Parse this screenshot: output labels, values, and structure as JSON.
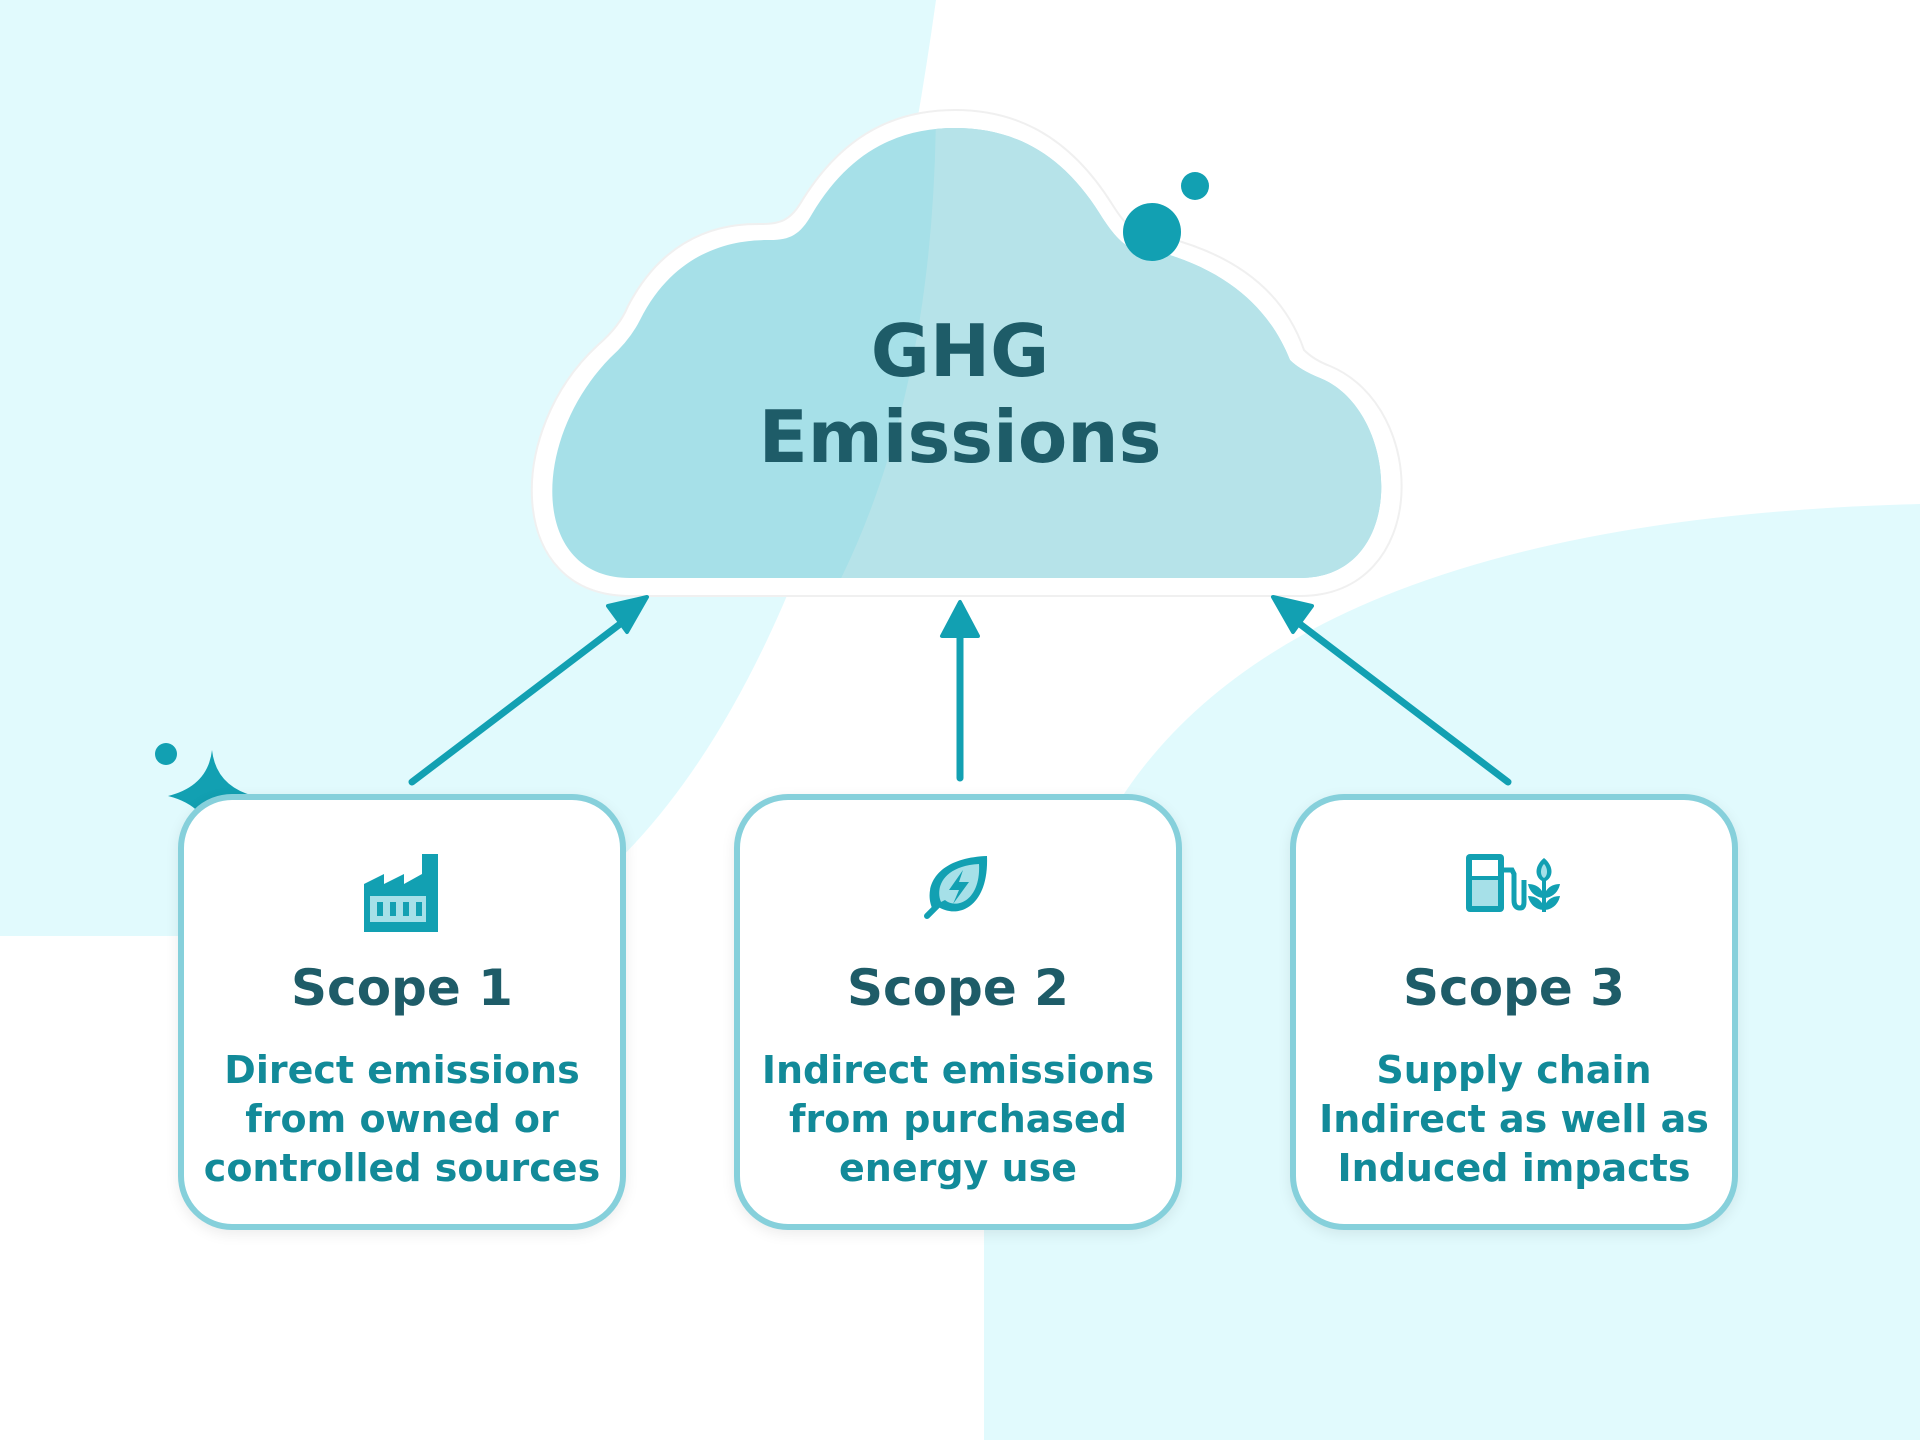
{
  "cloud": {
    "title_line1": "GHG",
    "title_line2": "Emissions"
  },
  "scopes": [
    {
      "title": "Scope 1",
      "icon": "factory-icon",
      "lines": [
        "Direct emissions",
        "from owned or",
        "controlled sources"
      ]
    },
    {
      "title": "Scope 2",
      "icon": "energy-leaf-icon",
      "lines": [
        "Indirect emissions",
        "from purchased",
        "energy use"
      ]
    },
    {
      "title": "Scope 3",
      "icon": "fuel-plant-icon",
      "lines": [
        "Supply chain",
        "Indirect as well as",
        "Induced impacts"
      ]
    }
  ],
  "colors": {
    "accent": "#12a0b2",
    "dark_text": "#1e5c68",
    "desc_text": "#128a99",
    "card_border": "#86d0db",
    "light_bg": "#e1fafd",
    "cloud_fill": "#a6e0e8"
  }
}
